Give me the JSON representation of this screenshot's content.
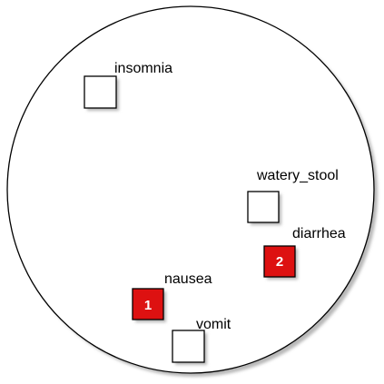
{
  "diagram": {
    "colors": {
      "outline": "#000000",
      "shadow": "#b8b8b8",
      "empty_fill": "#ffffff",
      "marked_fill": "#dd1111",
      "marker_text": "#ffffff"
    },
    "nodes": [
      {
        "id": "insomnia",
        "label": "insomnia",
        "marked": false,
        "number": ""
      },
      {
        "id": "watery-stool",
        "label": "watery_stool",
        "marked": false,
        "number": ""
      },
      {
        "id": "diarrhea",
        "label": "diarrhea",
        "marked": true,
        "number": "2"
      },
      {
        "id": "nausea",
        "label": "nausea",
        "marked": true,
        "number": "1"
      },
      {
        "id": "vomit",
        "label": "vomit",
        "marked": false,
        "number": ""
      }
    ]
  }
}
